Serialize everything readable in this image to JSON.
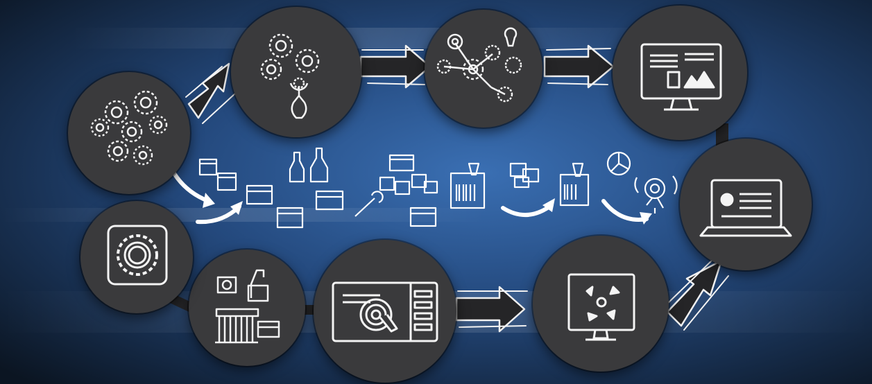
{
  "colors": {
    "background_center": "#2f5f9e",
    "background_edge": "#0c1624",
    "node_fill": "#3a3a3c",
    "chalk": "#f4f4f4",
    "arrow_fill": "#262628"
  },
  "diagram": {
    "type": "process-cycle",
    "text_labels": [],
    "nodes": [
      {
        "id": "gears-cluster",
        "icon": "gears-cluster-icon"
      },
      {
        "id": "gears-plant",
        "icon": "gears-plant-icon"
      },
      {
        "id": "network",
        "icon": "network-gears-icon"
      },
      {
        "id": "monitor-dashboard",
        "icon": "monitor-dashboard-icon"
      },
      {
        "id": "laptop",
        "icon": "laptop-icon"
      },
      {
        "id": "monitor-cycle",
        "icon": "monitor-cycle-icon"
      },
      {
        "id": "touch-screen",
        "icon": "touch-screen-icon"
      },
      {
        "id": "factory",
        "icon": "factory-icon"
      },
      {
        "id": "gear-square",
        "icon": "gear-square-icon"
      }
    ],
    "center_items": [
      "box-icon",
      "bottle-icon",
      "open-box-icon",
      "wrench-icon",
      "barcode-box-icon",
      "pie-chart-icon",
      "location-pin-icon"
    ]
  }
}
